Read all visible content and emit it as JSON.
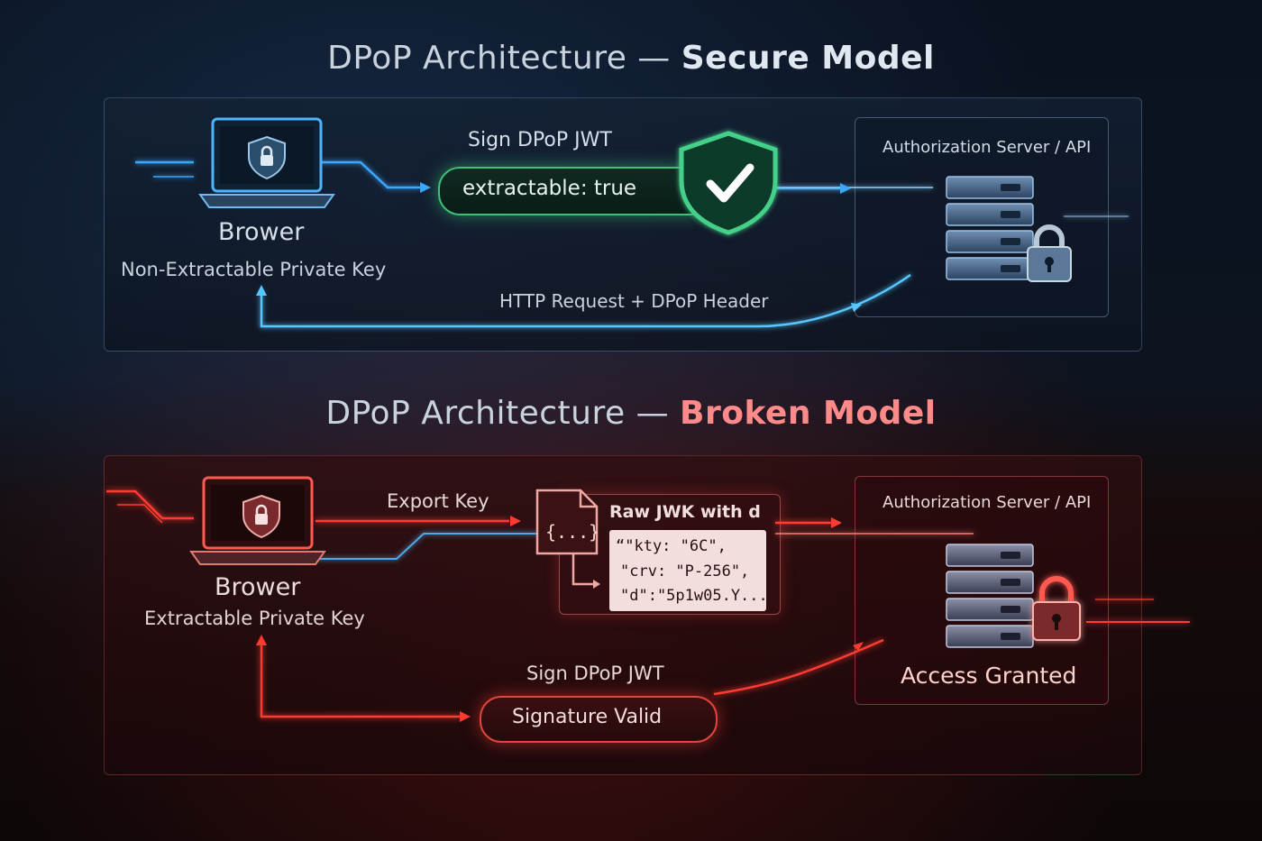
{
  "secure": {
    "title_prefix": "DPoP Architecture — ",
    "title_emphasis": "Secure Model",
    "browser_label": "Brower",
    "key_label": "Non-Extractable Private Key",
    "sign_label": "Sign DPoP JWT",
    "pill_text": "extractable: true",
    "server_label": "Authorization Server / API",
    "request_label": "HTTP Request + DPoP Header"
  },
  "broken": {
    "title_prefix": "DPoP Architecture — ",
    "title_emphasis": "Broken Model",
    "browser_label": "Brower",
    "key_label": "Extractable Private Key",
    "export_label": "Export Key",
    "jwk_title": "Raw  JWK with d",
    "jwk_icon_text": "{...}",
    "jwk_lines": [
      "“\"kty: \"6C\",",
      "\"crv: \"P-256\",",
      "\"d\":\"5p1w05.Y...\""
    ],
    "server_label": "Authorization Server / API",
    "access_label": "Access Granted",
    "sign_label": "Sign DPoP JWT",
    "pill_text": "Signature Valid"
  },
  "colors": {
    "secure_accent": "#3aa8ff",
    "secure_check": "#3fbf7a",
    "broken_accent": "#ff3b30",
    "broken_title": "#ff8a8a"
  },
  "icons": [
    "laptop-icon",
    "shield-lock-icon",
    "shield-check-icon",
    "server-rack-icon",
    "padlock-icon",
    "json-file-icon"
  ]
}
